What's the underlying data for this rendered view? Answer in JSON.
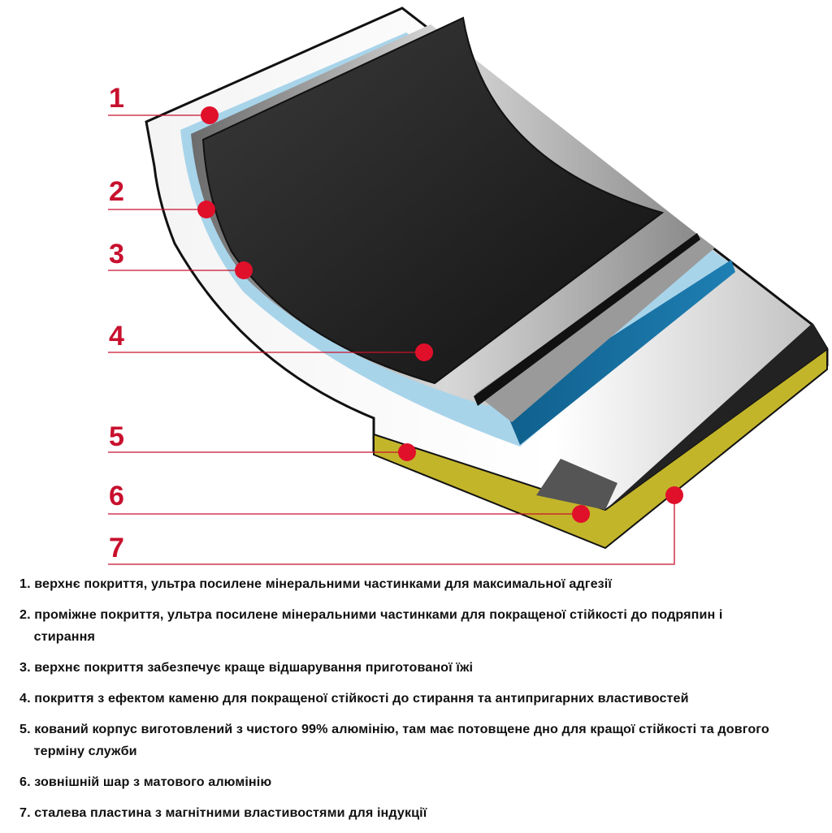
{
  "callouts": [
    "1",
    "2",
    "3",
    "4",
    "5",
    "6",
    "7"
  ],
  "colors": {
    "callout": "#c8102e",
    "top_coating": "#1e1e1e",
    "blue_layer": "#1a6fa0",
    "base_yellow": "#c3b52a"
  },
  "legend": [
    {
      "text": "1. верхнє покриття, ультра посилене мінеральними частинками для максимальної адгезії",
      "cont": ""
    },
    {
      "text": "2. проміжне покриття, ультра посилене мінеральними частинками для покращеної стійкості до подряпин і",
      "cont": "стирання"
    },
    {
      "text": "3. верхнє покриття забезпечує краще відшарування приготованої їжі",
      "cont": ""
    },
    {
      "text": "4. покриття з ефектом каменю для покращеної стійкості до стирання та антипригарних властивостей",
      "cont": ""
    },
    {
      "text": "5. кований корпус виготовлений з чистого 99% алюмінію, там має потовщене дно для кращої стійкості та довгого",
      "cont": "терміну служби"
    },
    {
      "text": "6. зовнішній шар з матового алюмінію",
      "cont": ""
    },
    {
      "text": "7. сталева пластина з магнітними властивостями для індукції",
      "cont": ""
    }
  ]
}
